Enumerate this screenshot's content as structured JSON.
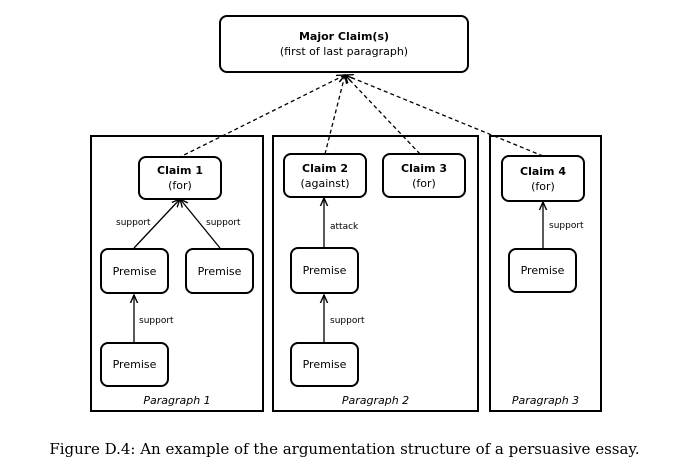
{
  "major_claim": {
    "title": "Major Claim(s)",
    "subtitle": "(first of last paragraph)"
  },
  "paragraphs": [
    {
      "label": "Paragraph 1"
    },
    {
      "label": "Paragraph 2"
    },
    {
      "label": "Paragraph 3"
    }
  ],
  "claims": [
    {
      "title": "Claim 1",
      "stance": "(for)"
    },
    {
      "title": "Claim 2",
      "stance": "(against)"
    },
    {
      "title": "Claim 3",
      "stance": "(for)"
    },
    {
      "title": "Claim 4",
      "stance": "(for)"
    }
  ],
  "premises": [
    {
      "label": "Premise"
    },
    {
      "label": "Premise"
    },
    {
      "label": "Premise"
    },
    {
      "label": "Premise"
    },
    {
      "label": "Premise"
    },
    {
      "label": "Premise"
    }
  ],
  "edge_labels": {
    "support": "support",
    "attack": "attack"
  },
  "caption": "Figure D.4: An example of the argumentation structure of a persuasive essay."
}
